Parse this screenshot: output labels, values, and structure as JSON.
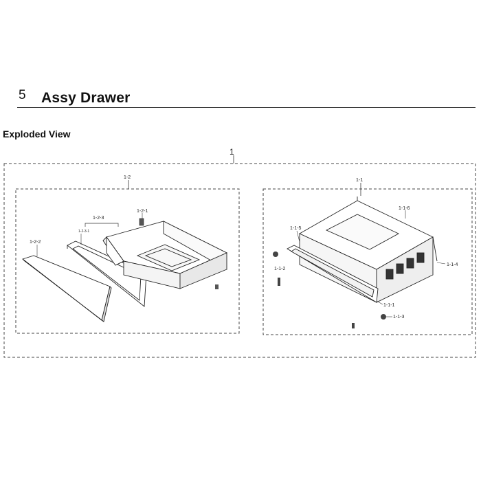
{
  "section": {
    "number": "5",
    "title": "Assy Drawer"
  },
  "subtitle": "Exploded View",
  "labels": {
    "assembly": "1",
    "left_group": "1-2",
    "right_group": "1-1",
    "part_1_2_1": "1-2-1",
    "part_1_2_2": "1-2-2",
    "part_1_2_3": "1-2-3",
    "part_1_2_3_1": "1-2-3-1",
    "part_1_1_1": "1-1-1",
    "part_1_1_2": "1-1-2",
    "part_1_1_3": "1-1-3",
    "part_1_1_4": "1-1-4",
    "part_1_1_5": "1-1-5",
    "part_1_1_6": "1-1-6"
  }
}
